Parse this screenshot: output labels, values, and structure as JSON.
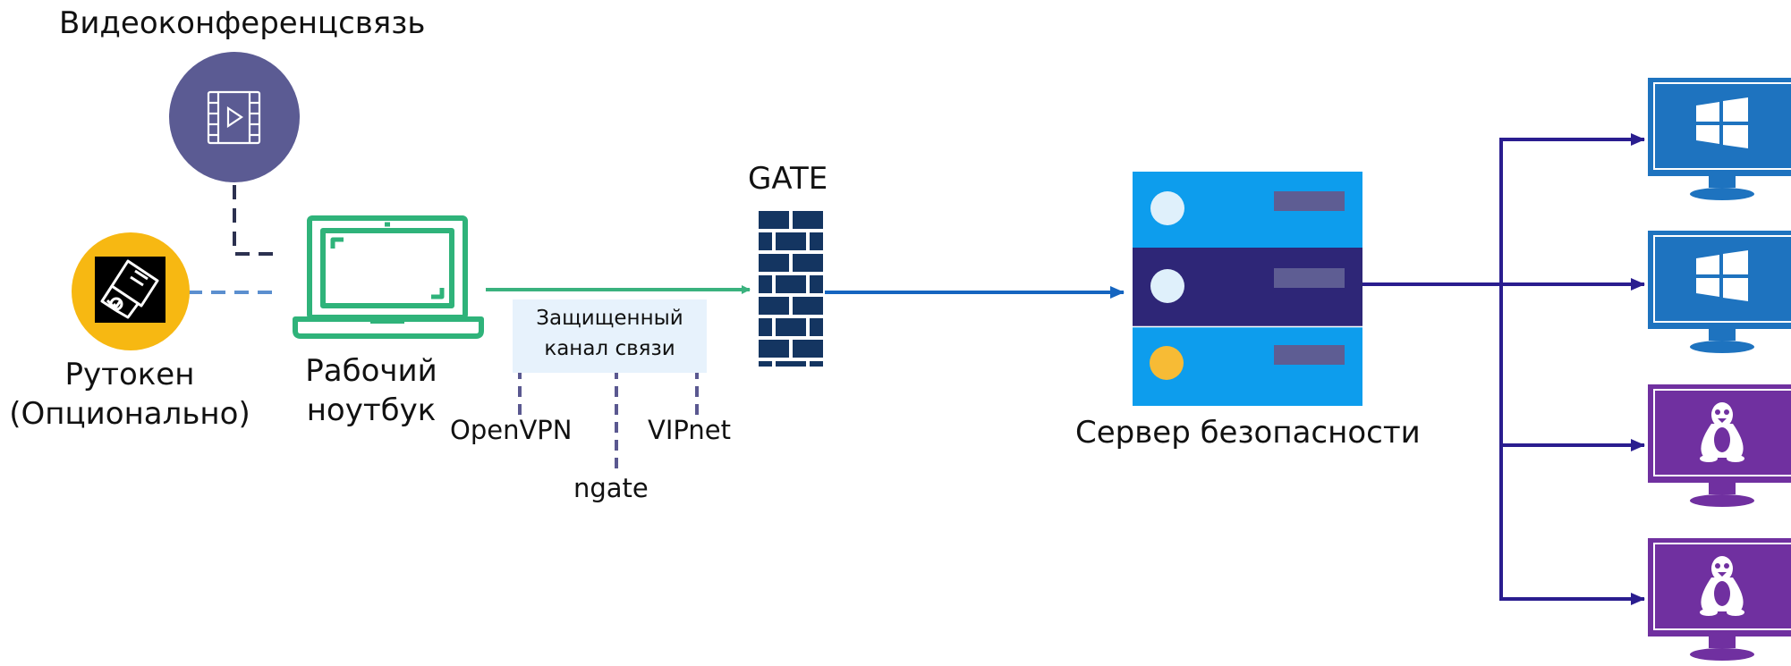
{
  "labels": {
    "videoconf": "Видеоконференцсвязь",
    "rutoken_line1": "Рутокен",
    "rutoken_line2": "(Опционально)",
    "laptop_line1": "Рабочий",
    "laptop_line2": "ноутбук",
    "channel_line1": "Защищенный",
    "channel_line2": "канал связи",
    "openvpn": "OpenVPN",
    "ngate": "ngate",
    "vipnet": "VIPnet",
    "gate": "GATE",
    "server": "Сервер безопасности"
  },
  "icons": {
    "videoconf": "video-play-icon",
    "rutoken": "usb-token-icon",
    "laptop": "laptop-icon",
    "gate": "firewall-icon",
    "server": "server-stack-icon",
    "windows": "windows-monitor-icon",
    "linux": "linux-monitor-icon"
  },
  "targets": [
    {
      "os": "windows"
    },
    {
      "os": "windows"
    },
    {
      "os": "linux"
    },
    {
      "os": "linux"
    }
  ],
  "colors": {
    "video_circle": "#5b5b93",
    "rutoken_circle": "#f7b812",
    "laptop_green": "#2fb37a",
    "green_line": "#3ab27e",
    "blue_line": "#1565c0",
    "navy": "#143561",
    "dash_dark": "#2c3150",
    "dash_blue": "#5b8fcf",
    "dash_purple": "#5a5890",
    "server_light": "#0d9ded",
    "server_dark": "#2e2677",
    "server_slot": "#5e5d93",
    "server_led": "#dff0fb",
    "server_led_yellow": "#f7bb35",
    "branch": "#2a1d8f",
    "windows_blue": "#1e73bf",
    "linux_purple": "#7030a0",
    "channel_bg": "#e7f2fc"
  }
}
